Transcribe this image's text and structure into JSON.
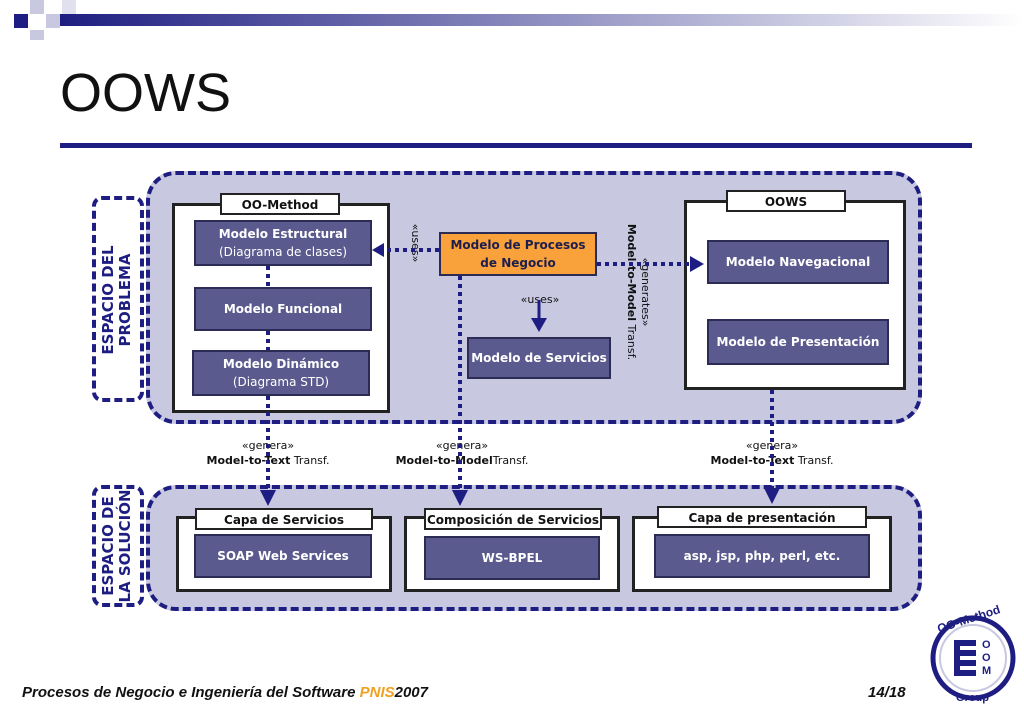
{
  "slide": {
    "title": "OOWS",
    "footer_main": "Procesos de Negocio e Ingeniería del Software ",
    "footer_accent": "PNIS",
    "footer_year": "2007",
    "page": "14/18"
  },
  "sides": {
    "problem_line1": "ESPACIO DEL",
    "problem_line2": "PROBLEMA",
    "solution_line1": "ESPACIO DE",
    "solution_line2": "LA SOLUCIÓN"
  },
  "oomethod": {
    "tab": "OO-Method",
    "estructural": "Modelo Estructural",
    "estructural_sub": "(Diagrama de clases)",
    "funcional": "Modelo Funcional",
    "dinamico": "Modelo Dinámico",
    "dinamico_sub": "(Diagrama STD)"
  },
  "center": {
    "procesos_line1": "Modelo de Procesos",
    "procesos_line2": "de Negocio",
    "uses_vertical": "«uses»",
    "uses": "«uses»",
    "servicios": "Modelo de Servicios",
    "generates": "«generates»",
    "m2m_bold": "Model-to-Model",
    "m2m_rest": " Transf."
  },
  "ows": {
    "tab": "OOWS",
    "navegacional": "Modelo Navegacional",
    "presentacion": "Modelo de Presentación"
  },
  "transforms": {
    "left_genera": "«genera»",
    "left_bold": "Model-to-Text",
    "left_rest": " Transf.",
    "mid_genera": "«genera»",
    "mid_bold": "Model-to-Model",
    "mid_rest": "Transf.",
    "right_genera": "«genera»",
    "right_bold": "Model-to-Text",
    "right_rest": " Transf."
  },
  "solution": {
    "capa_servicios": "Capa de Servicios",
    "soap": "SOAP Web Services",
    "composicion": "Composición de Servicios",
    "wsbpel": "WS-BPEL",
    "capa_presentacion": "Capa de presentación",
    "asp": "asp, jsp, php, perl, etc."
  },
  "logo": {
    "top": "OO-Method",
    "bottom": "Group",
    "letters": [
      "O",
      "O",
      "M"
    ]
  },
  "colors": {
    "navy": "#1e1e82",
    "region": "#c8c8e0",
    "model_box": "#5a5a8e",
    "highlight": "#f9a13a"
  }
}
